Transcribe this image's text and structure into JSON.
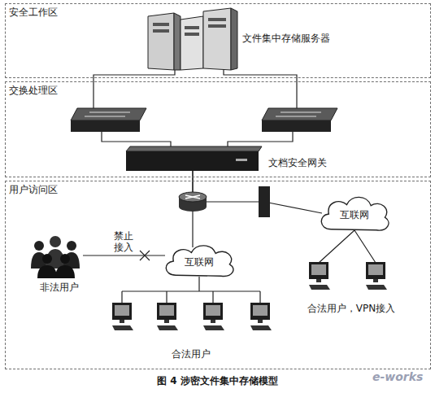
{
  "diagram": {
    "caption": "图 4 涉密文件集中存储模型",
    "nodes": [
      {
        "text": [
          "安全工作区"
        ]
      },
      {
        "text": [
          "交换处理区"
        ]
      },
      {
        "text": [
          "用户访问区"
        ]
      },
      {
        "text": [
          "文件集中存储服务器"
        ],
        "in": 0
      },
      {
        "text": [
          "文档安全网关"
        ],
        "in": 1
      },
      {
        "text": [
          "互联网"
        ],
        "in": 2
      },
      {
        "text": [
          "非法用户"
        ],
        "in": 2
      },
      {
        "text": [
          "互联网"
        ],
        "in": 2
      },
      {
        "text": [
          "合法用户"
        ],
        "in": 2
      },
      {
        "text": [
          "合法用户，VPN接入"
        ],
        "in": 2
      }
    ],
    "edges": [
      {
        "from": 6,
        "to": 7,
        "arrow": "none",
        "label": "禁止接入"
      },
      {
        "from": 7,
        "to": 8,
        "arrow": "none"
      },
      {
        "from": 5,
        "to": 9,
        "arrow": "none"
      },
      {
        "from": 3,
        "to": 4,
        "arrow": "none"
      },
      {
        "from": 4,
        "to": 7,
        "arrow": "none"
      },
      {
        "from": 4,
        "to": 5,
        "arrow": "none"
      }
    ],
    "labels": [
      "e-works"
    ]
  }
}
